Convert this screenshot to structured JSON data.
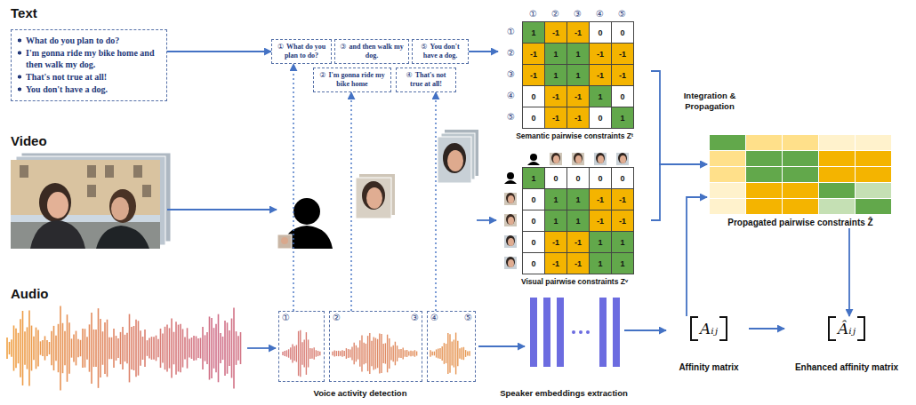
{
  "diagram": {
    "nodes": [
      {
        "text": [
          "What do you plan to do?",
          "I'm gonna ride my bike home and then walk my dog.",
          "That's not true at all!",
          "You don't have a dog."
        ]
      },
      {
        "text": [
          "①",
          "What do you plan to do?"
        ]
      },
      {
        "text": [
          "②",
          "I'm gonna ride my bike home"
        ]
      },
      {
        "text": [
          "③",
          "and then walk my dog."
        ]
      },
      {
        "text": [
          "④",
          "That's not true at all!"
        ]
      },
      {
        "text": [
          "⑤",
          "You don't have a dog."
        ]
      },
      {
        "text": [
          "Semantic pairwise constraints Zᵗ"
        ]
      },
      {
        "text": [
          "Visual pairwise constraints Zᵛ"
        ]
      },
      {
        "text": [
          "Propagated pairwise constraints Ẑ"
        ]
      },
      {
        "text": [
          "Aᵢⱼ",
          "Affinity matrix"
        ]
      },
      {
        "text": [
          "Âᵢⱼ",
          "Enhanced affinity matrix"
        ]
      },
      {
        "text": [
          "①"
        ]
      },
      {
        "text": [
          "②",
          "③"
        ]
      },
      {
        "text": [
          "④",
          "⑤"
        ]
      }
    ],
    "edges": [
      {
        "from": 0,
        "to": 1,
        "arrow": "to"
      },
      {
        "from": 5,
        "to": 6,
        "arrow": "to"
      },
      {
        "from": 11,
        "to": 1,
        "arrow": "to"
      },
      {
        "from": 12,
        "to": 2,
        "arrow": "to"
      },
      {
        "from": 13,
        "to": 4,
        "arrow": "to"
      },
      {
        "from": 6,
        "to": 8,
        "arrow": "to"
      },
      {
        "from": 7,
        "to": 8,
        "arrow": "to"
      },
      {
        "from": 9,
        "to": 10,
        "arrow": "to"
      },
      {
        "from": 9,
        "to": 8,
        "arrow": "to"
      },
      {
        "from": 8,
        "to": 10,
        "arrow": "to"
      }
    ],
    "labels": [
      "Text",
      "Video",
      "Audio",
      "①",
      "②",
      "③",
      "④",
      "⑤",
      "①",
      "②",
      "③",
      "④",
      "⑤",
      "1",
      "-1",
      "-1",
      "0",
      "0",
      "-1",
      "1",
      "1",
      "-1",
      "-1",
      "-1",
      "1",
      "1",
      "-1",
      "-1",
      "0",
      "-1",
      "-1",
      "1",
      "0",
      "0",
      "-1",
      "-1",
      "0",
      "1",
      "1",
      "0",
      "0",
      "0",
      "0",
      "0",
      "1",
      "1",
      "-1",
      "-1",
      "0",
      "1",
      "1",
      "-1",
      "-1",
      "0",
      "-1",
      "-1",
      "1",
      "1",
      "0",
      "-1",
      "-1",
      "1",
      "1",
      "Integration & Propagation",
      "Voice activity detection",
      "Speaker embeddings extraction"
    ]
  }
}
